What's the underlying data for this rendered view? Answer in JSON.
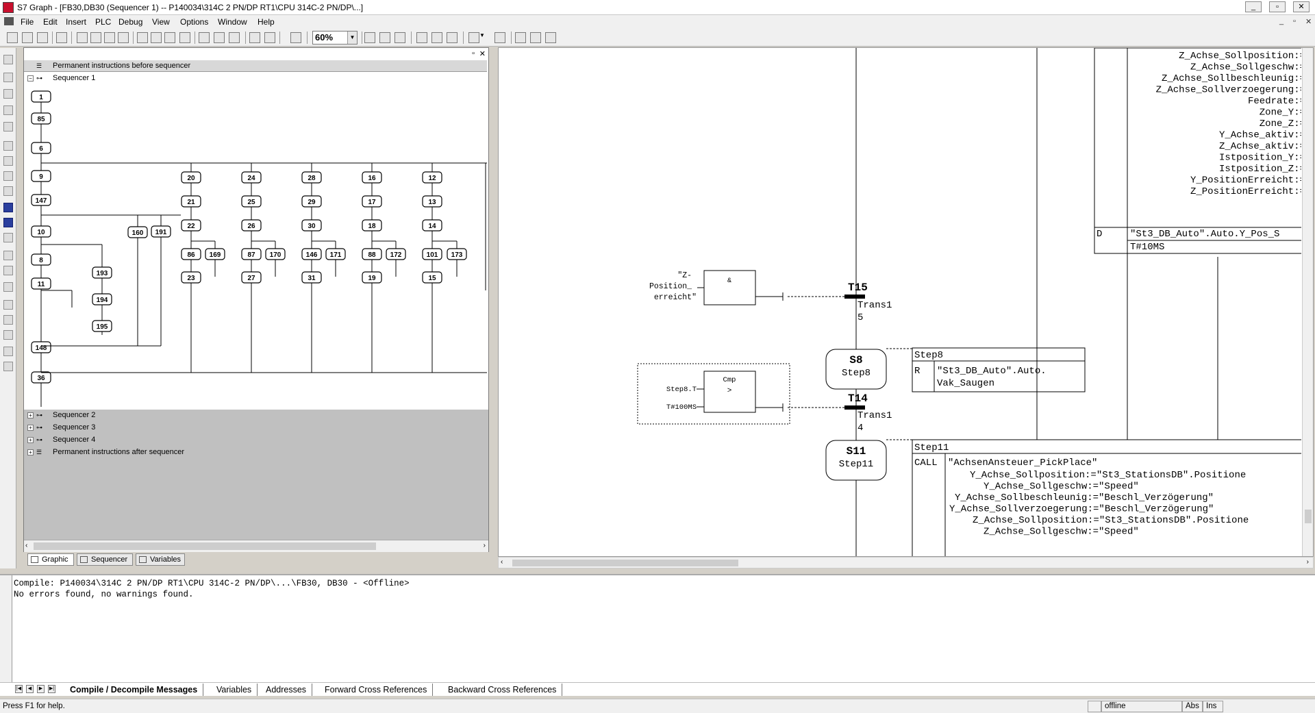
{
  "window": {
    "title": "S7 Graph - [FB30,DB30 (Sequencer 1) -- P140034\\314C 2 PN/DP RT1\\CPU 314C-2 PN/DP\\...]",
    "controls": {
      "minimize": "_",
      "restore": "▫",
      "close": "✕"
    }
  },
  "menu": {
    "items": [
      "File",
      "Edit",
      "Insert",
      "PLC",
      "Debug",
      "View",
      "Options",
      "Window",
      "Help"
    ],
    "mdi_controls": {
      "minimize": "_",
      "restore": "▫",
      "close": "✕"
    }
  },
  "toolbar": {
    "zoom_value": "60%"
  },
  "overview": {
    "tree": {
      "permanent_before": "Permanent instructions before sequencer",
      "sequencer1": "Sequencer 1",
      "sequencer2": "Sequencer 2",
      "sequencer3": "Sequencer 3",
      "sequencer4": "Sequencer 4",
      "permanent_after": "Permanent instructions after sequencer"
    },
    "expanders": {
      "collapse": "−",
      "expand": "+"
    },
    "steps": {
      "main_chain": [
        "1",
        "85",
        "6",
        "9",
        "147",
        "10",
        "8",
        "11",
        "148",
        "36"
      ],
      "branch_mid": [
        "193",
        "194",
        "195"
      ],
      "branch_160": "160",
      "branch_191": "191",
      "col_20": [
        "20",
        "21",
        "22",
        "86",
        "23"
      ],
      "col_169": "169",
      "col_24": [
        "24",
        "25",
        "26",
        "87",
        "27"
      ],
      "col_170": "170",
      "col_28": [
        "28",
        "29",
        "30",
        "146",
        "31"
      ],
      "col_171": "171",
      "col_16": [
        "16",
        "17",
        "18",
        "88",
        "19"
      ],
      "col_172": "172",
      "col_12": [
        "12",
        "13",
        "14",
        "101",
        "15"
      ],
      "col_173": "173"
    },
    "tabs": [
      "Graphic",
      "Sequencer",
      "Variables"
    ]
  },
  "sequencer_view": {
    "top_action_list": [
      "Z_Achse_Sollposition:=",
      "Z_Achse_Sollgeschw:=",
      "Z_Achse_Sollbeschleunig:=",
      "Z_Achse_Sollverzoegerung:=",
      "Feedrate:=",
      "Zone_Y:=",
      "Zone_Z:=",
      "Y_Achse_aktiv:=",
      "Z_Achse_aktiv:=",
      "Istposition_Y:=",
      "Istposition_Z:=",
      "Y_PositionErreicht:=",
      "Z_PositionErreicht:="
    ],
    "top_action_d": {
      "qualifier": "D",
      "operand": "\"St3_DB_Auto\".Auto.Y_Pos_S",
      "time": "T#10MS"
    },
    "t15": {
      "name": "T15",
      "label_line1": "Trans1",
      "label_line2": "5",
      "contact_label": "\"Z-\nPosition_\nerreicht\"",
      "box_label": "&"
    },
    "s8": {
      "name": "S8",
      "label": "Step8",
      "action_title": "Step8",
      "qualifier": "R",
      "operand_line1": "\"St3_DB_Auto\".Auto.",
      "operand_line2": "Vak_Saugen"
    },
    "t14": {
      "name": "T14",
      "label_line1": "Trans1",
      "label_line2": "4",
      "cmp_title": "Cmp",
      "cmp_op": ">",
      "in1": "Step8.T",
      "in2": "T#100MS"
    },
    "s11": {
      "name": "S11",
      "label": "Step11",
      "action_title": "Step11",
      "qualifier": "CALL",
      "call_name": "\"AchsenAnsteuer_PickPlace\"",
      "params": [
        "Y_Achse_Sollposition:=\"St3_StationsDB\".Positione",
        "Y_Achse_Sollgeschw:=\"Speed\"",
        "Y_Achse_Sollbeschleunig:=\"Beschl_Verzögerung\"",
        "Y_Achse_Sollverzoegerung:=\"Beschl_Verzögerung\"",
        "Z_Achse_Sollposition:=\"St3_StationsDB\".Positione",
        "Z_Achse_Sollgeschw:=\"Speed\""
      ]
    }
  },
  "messages": {
    "lines": [
      "Compile: P140034\\314C 2 PN/DP RT1\\CPU 314C-2 PN/DP\\...\\FB30, DB30 - <Offline>",
      "No errors found, no warnings found."
    ],
    "tabs": [
      "Compile / Decompile Messages",
      "Variables",
      "Addresses",
      "Forward Cross References",
      "Backward Cross References"
    ]
  },
  "status": {
    "help": "Press F1 for help.",
    "mode": "offline",
    "abs": "Abs",
    "ins": "Ins"
  }
}
